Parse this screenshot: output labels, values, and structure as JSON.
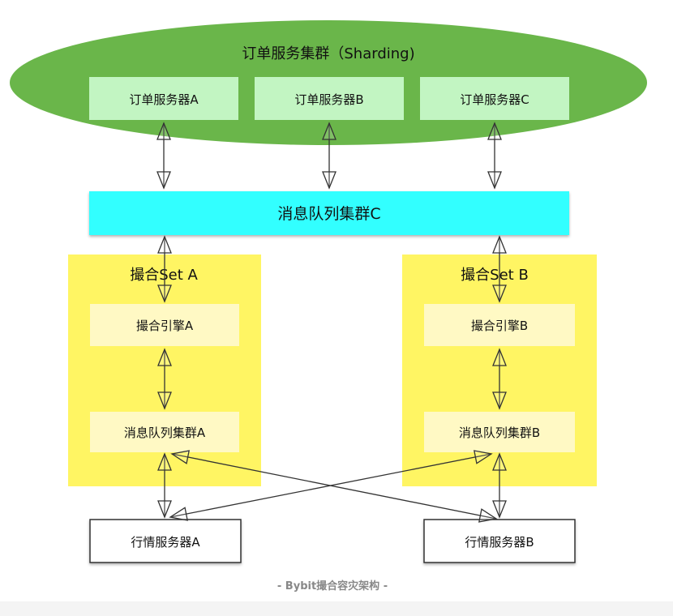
{
  "order_cluster": {
    "title": "订单服务集群（Sharding)",
    "servers": [
      "订单服务器A",
      "订单服务器B",
      "订单服务器C"
    ]
  },
  "mq_cluster_c": "消息队列集群C",
  "set_a": {
    "title": "撮合Set A",
    "engine": "撮合引擎A",
    "mq": "消息队列集群A"
  },
  "set_b": {
    "title": "撮合Set B",
    "engine": "撮合引擎B",
    "mq": "消息队列集群B"
  },
  "market_servers": [
    "行情服务器A",
    "行情服务器B"
  ],
  "caption": "- Bybit撮合容灾架构 -",
  "colors": {
    "ellipse": "#6ab64a",
    "order_box": "#c2f5c2",
    "mq_c": "#33ffff",
    "set_bg": "#fff563",
    "set_box": "#fff9c4",
    "caption": "#888888"
  }
}
